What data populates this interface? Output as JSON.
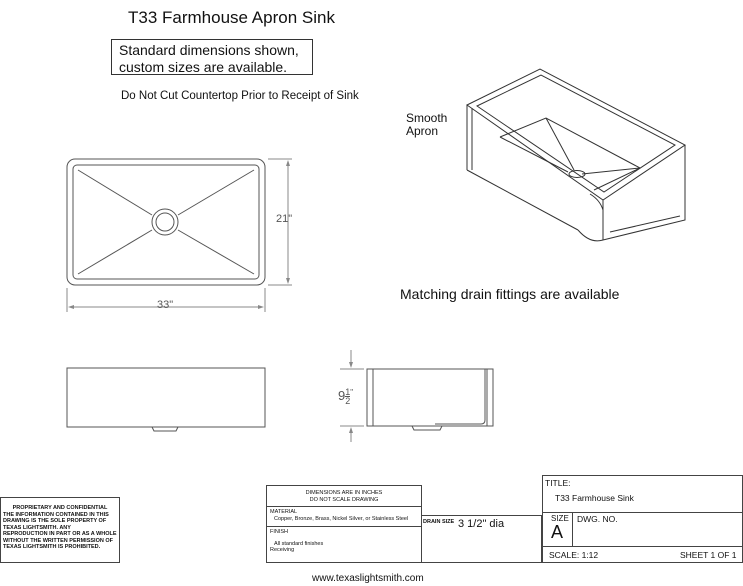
{
  "header": {
    "title": "T33 Farmhouse Apron Sink",
    "note_line1": "Standard dimensions shown,",
    "note_line2": "custom sizes are available.",
    "warning": "Do Not Cut Countertop Prior to Receipt of Sink"
  },
  "labels": {
    "apron_line1": "Smooth",
    "apron_line2": "Apron",
    "fittings": "Matching drain fittings are available"
  },
  "dimensions": {
    "width": "33\"",
    "depth": "21\"",
    "height_whole": "9",
    "height_num": "1",
    "height_den": "2",
    "height_unit": "\""
  },
  "proprietary": {
    "line1": "PROPRIETARY AND CONFIDENTIAL",
    "line2": "THE INFORMATION CONTAINED IN THIS",
    "line3": "DRAWING IS THE SOLE PROPERTY OF",
    "line4": "TEXAS LIGHTSMITH.  ANY",
    "line5": "REPRODUCTION IN PART OR AS A WHOLE",
    "line6": "WITHOUT THE WRITTEN PERMISSION OF",
    "line7": "TEXAS LIGHTSMITH IS PROHIBITED."
  },
  "spec_block": {
    "dims_line1": "DIMENSIONS ARE IN INCHES",
    "dims_line2": "DO NOT SCALE DRAWING",
    "material_label": "MATERIAL",
    "material_value": "Copper, Bronze, Brass, Nickel Silver, or Stainless Steel",
    "finish_label": "FINISH",
    "finish_value1": "All standard finishes",
    "finish_value2": "Receiving"
  },
  "drain": {
    "label": "DRAIN SIZE",
    "value": "3 1/2\" dia"
  },
  "title_block": {
    "title_label": "TITLE:",
    "title_value": "T33 Farmhouse Sink",
    "size_label": "SIZE",
    "size_value": "A",
    "dwg_label": "DWG.  NO.",
    "scale": "SCALE: 1:12",
    "sheet": "SHEET 1 OF 1"
  },
  "footer": {
    "url": "www.texaslightsmith.com"
  }
}
